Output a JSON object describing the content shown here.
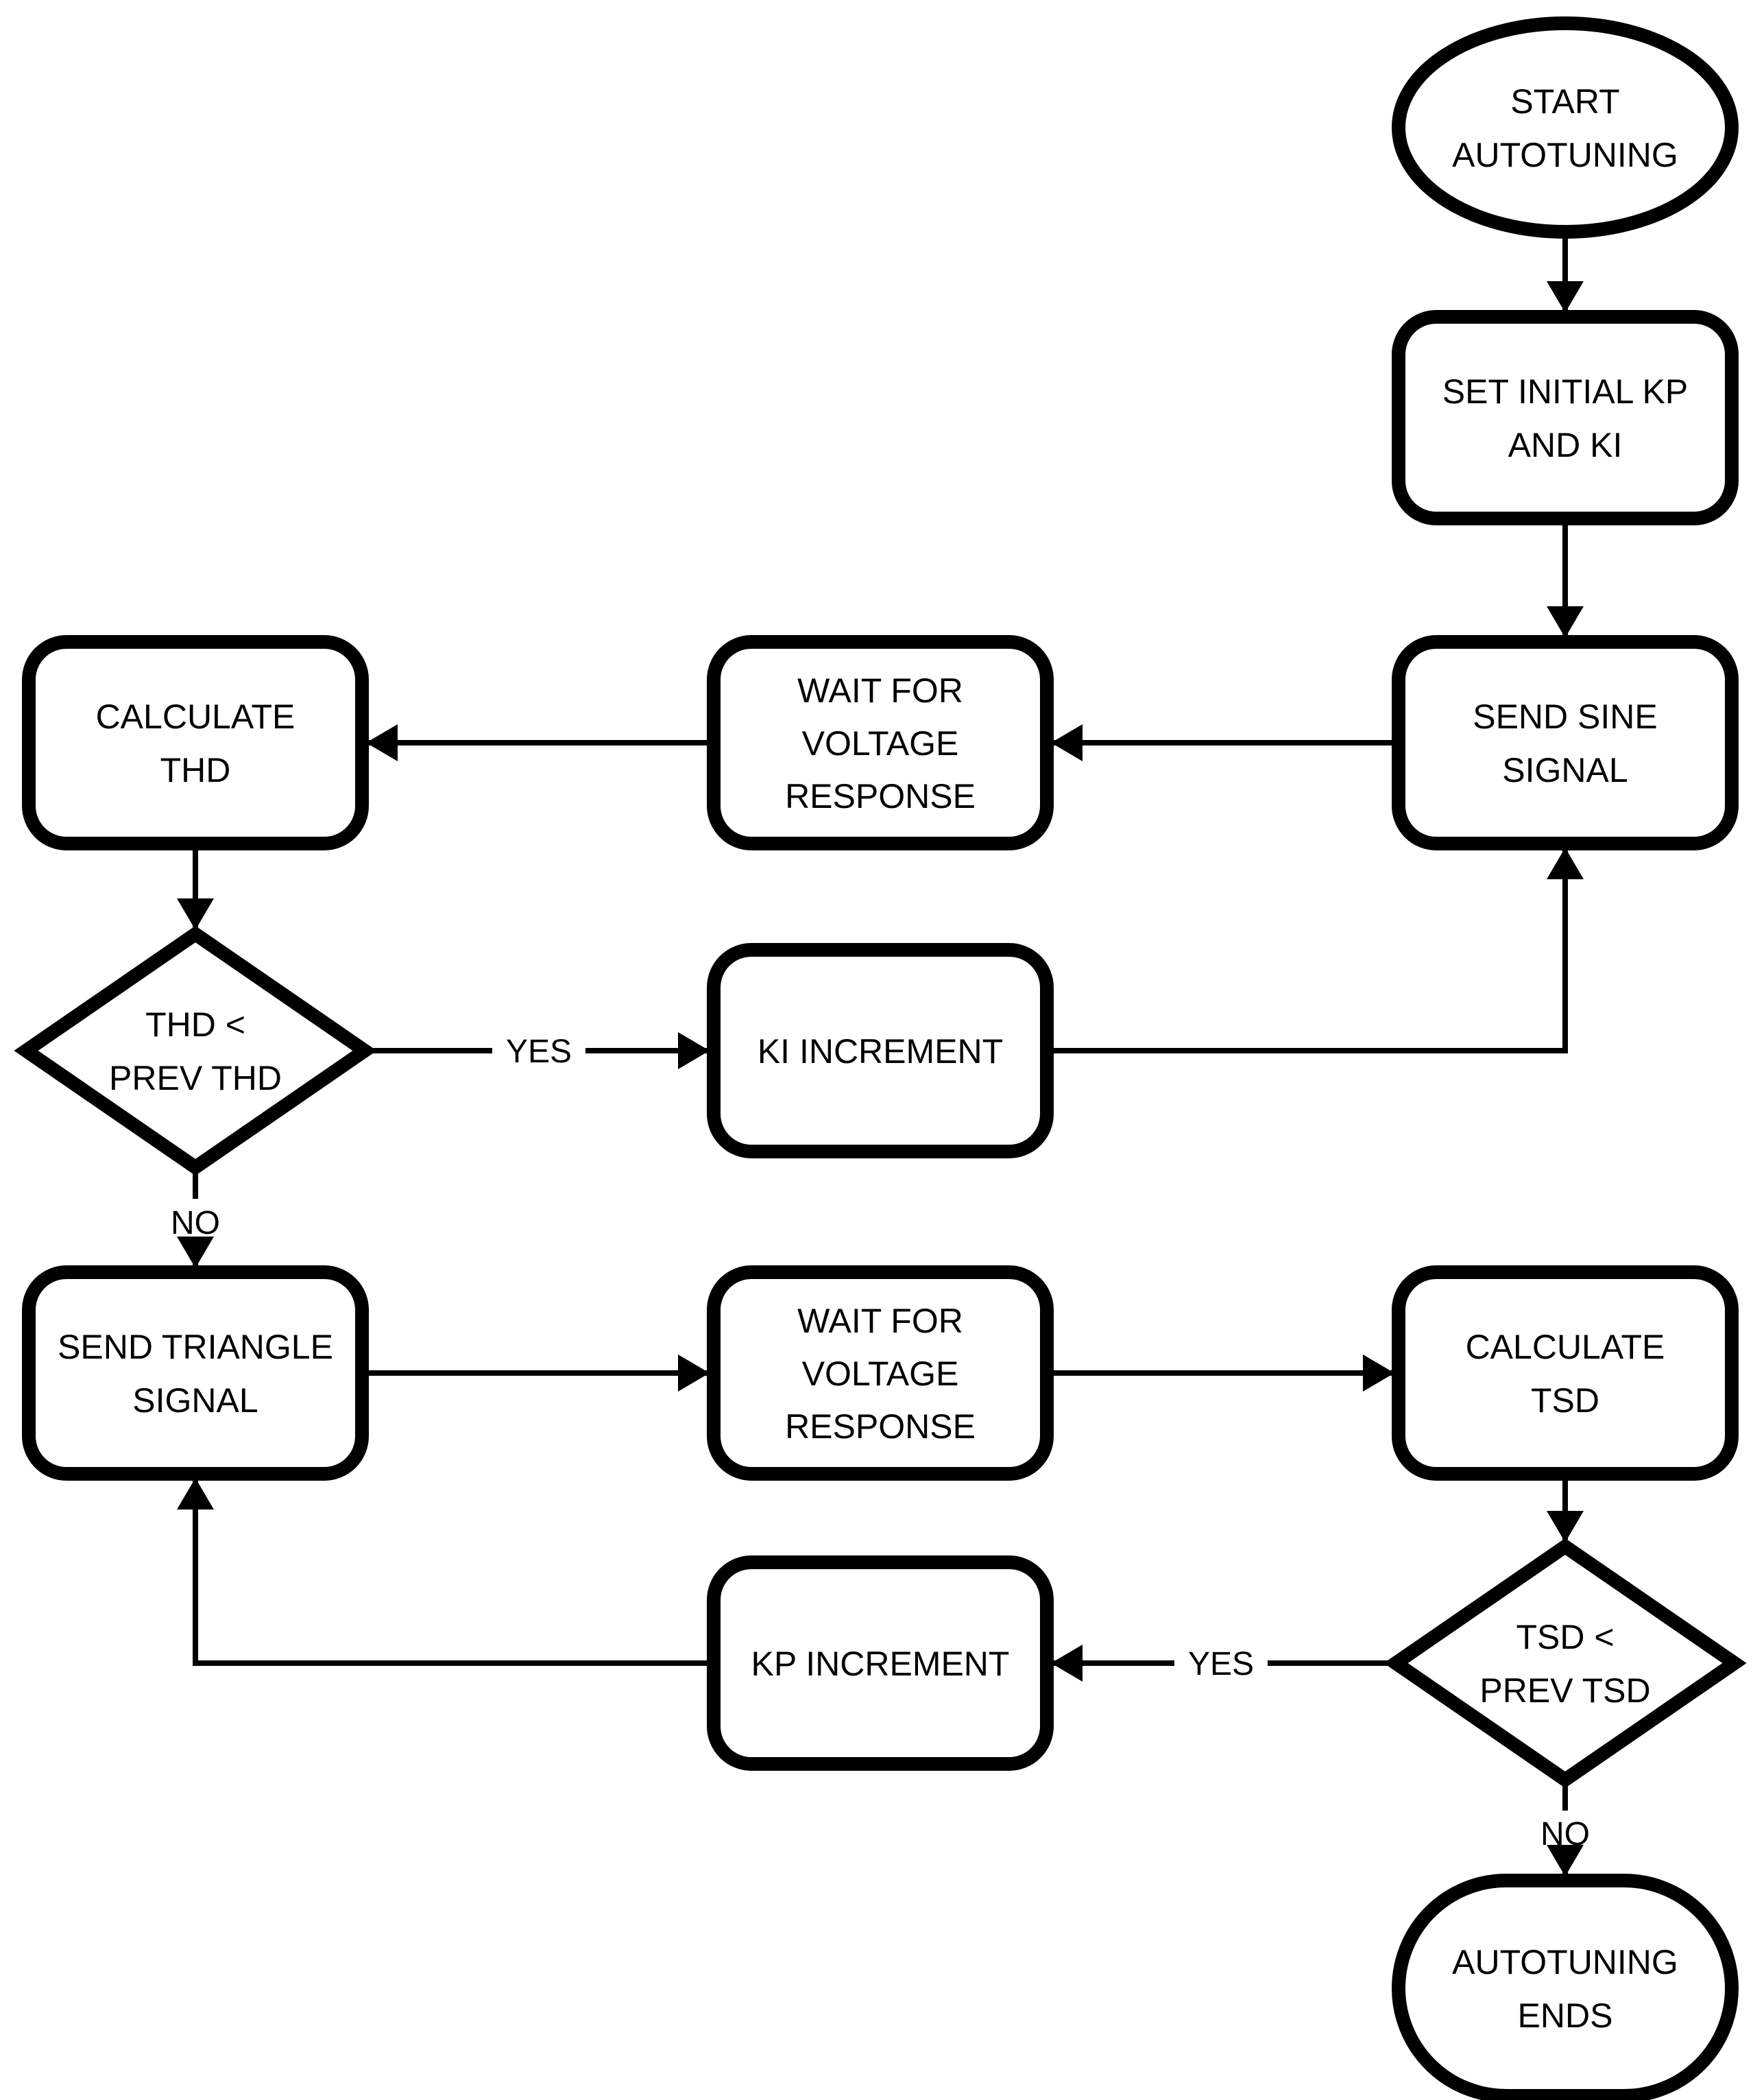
{
  "diagram": {
    "title": "Autotuning flowchart",
    "background_color": "#ffffff",
    "line_color": "#000000",
    "nodes": {
      "start": {
        "type": "terminator",
        "lines": [
          "START",
          "AUTOTUNING"
        ]
      },
      "set_initial": {
        "type": "process",
        "lines": [
          "SET INITIAL KP",
          "AND KI"
        ]
      },
      "send_sine": {
        "type": "process",
        "lines": [
          "SEND SINE",
          "SIGNAL"
        ]
      },
      "wait_voltage_1": {
        "type": "process",
        "lines": [
          "WAIT FOR",
          "VOLTAGE",
          "RESPONSE"
        ]
      },
      "calc_thd": {
        "type": "process",
        "lines": [
          "CALCULATE",
          "THD"
        ]
      },
      "thd_decision": {
        "type": "decision",
        "lines": [
          "THD <",
          "PREV THD"
        ]
      },
      "ki_increment": {
        "type": "process",
        "lines": [
          "KI INCREMENT"
        ]
      },
      "send_triangle": {
        "type": "process",
        "lines": [
          "SEND TRIANGLE",
          "SIGNAL"
        ]
      },
      "wait_voltage_2": {
        "type": "process",
        "lines": [
          "WAIT FOR",
          "VOLTAGE",
          "RESPONSE"
        ]
      },
      "calc_tsd": {
        "type": "process",
        "lines": [
          "CALCULATE",
          "TSD"
        ]
      },
      "tsd_decision": {
        "type": "decision",
        "lines": [
          "TSD <",
          "PREV TSD"
        ]
      },
      "kp_increment": {
        "type": "process",
        "lines": [
          "KP INCREMENT"
        ]
      },
      "end": {
        "type": "terminator",
        "lines": [
          "AUTOTUNING",
          "ENDS"
        ]
      }
    },
    "edges": [
      {
        "from": "start",
        "to": "set_initial",
        "label": ""
      },
      {
        "from": "set_initial",
        "to": "send_sine",
        "label": ""
      },
      {
        "from": "send_sine",
        "to": "wait_voltage_1",
        "label": ""
      },
      {
        "from": "wait_voltage_1",
        "to": "calc_thd",
        "label": ""
      },
      {
        "from": "calc_thd",
        "to": "thd_decision",
        "label": ""
      },
      {
        "from": "thd_decision",
        "to": "ki_increment",
        "label": "YES"
      },
      {
        "from": "ki_increment",
        "to": "send_sine",
        "label": ""
      },
      {
        "from": "thd_decision",
        "to": "send_triangle",
        "label": "NO"
      },
      {
        "from": "send_triangle",
        "to": "wait_voltage_2",
        "label": ""
      },
      {
        "from": "wait_voltage_2",
        "to": "calc_tsd",
        "label": ""
      },
      {
        "from": "calc_tsd",
        "to": "tsd_decision",
        "label": ""
      },
      {
        "from": "tsd_decision",
        "to": "kp_increment",
        "label": "YES"
      },
      {
        "from": "kp_increment",
        "to": "send_triangle",
        "label": ""
      },
      {
        "from": "tsd_decision",
        "to": "end",
        "label": "NO"
      }
    ]
  }
}
